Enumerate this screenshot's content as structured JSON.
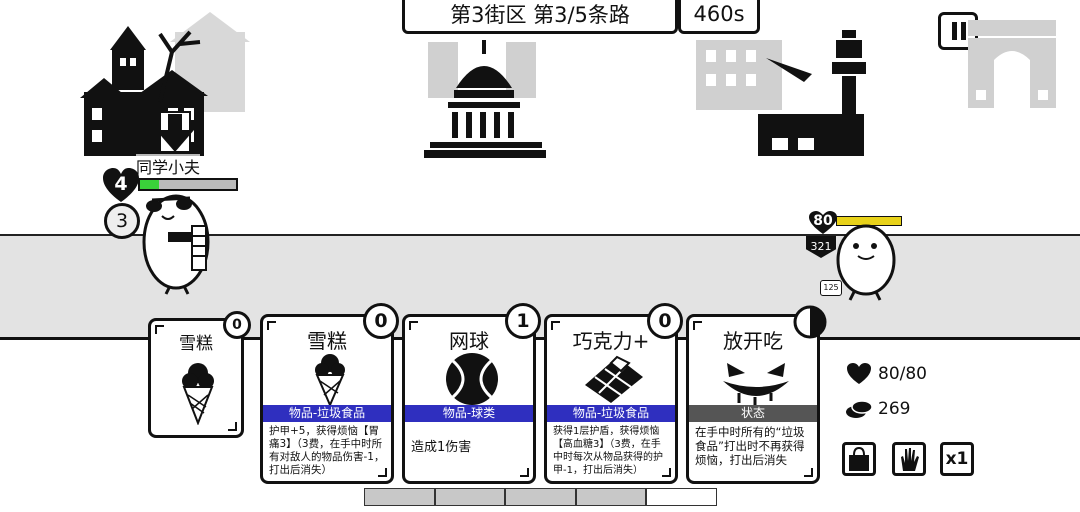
{
  "header": {
    "location": "第3街区 第3/5条路",
    "timer": "460s"
  },
  "player": {
    "name": "同学小夫",
    "hp": "4",
    "shield": "3",
    "hp_fill": 0.2
  },
  "enemy": {
    "hp": "80",
    "intent": "321",
    "tag": "125",
    "hp_fill": 1.0
  },
  "hand": [
    {
      "title": "雪糕",
      "cost": "0"
    },
    {
      "title": "雪糕",
      "cost": "0",
      "type": "物品-垃圾食品",
      "band_color": "#2f2fbf",
      "desc": "护甲+5，获得烦恼【胃痛3】（3费，在手中时所有对敌人的物品伤害-1，打出后消失）"
    },
    {
      "title": "网球",
      "cost": "1",
      "type": "物品-球类",
      "band_color": "#2f2fbf",
      "desc": "造成1伤害"
    },
    {
      "title": "巧克力+",
      "cost": "0",
      "type": "物品-垃圾食品",
      "band_color": "#2f2fbf",
      "desc": "获得1层护盾，获得烦恼【高血糖3】（3费，在手中时每次从物品获得的护甲-1，打出后消失）"
    },
    {
      "title": "放开吃",
      "type": "状态",
      "band_color": "#555555",
      "desc": "在手中时所有的“垃圾食品”打出时不再获得烦恼，打出后消失"
    }
  ],
  "stats": {
    "hp": "80/80",
    "coins": "269"
  },
  "controls": {
    "speed": "x1"
  },
  "progress": {
    "filled_segments": 4,
    "total_segments": 5
  }
}
